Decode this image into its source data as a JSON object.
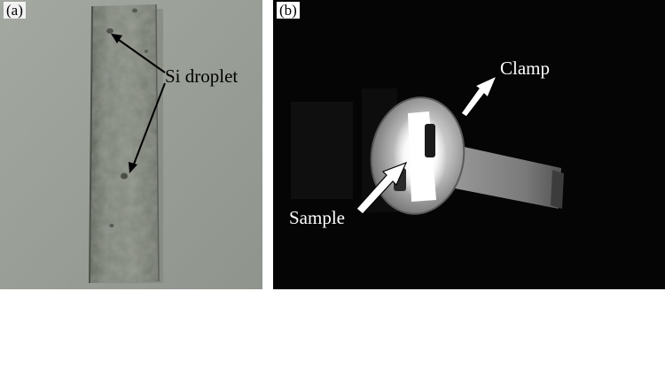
{
  "panel_a": {
    "tag": "(a)",
    "label": "Si droplet"
  },
  "panel_b": {
    "tag": "(b)",
    "clamp_label": "Clamp",
    "sample_label": "Sample"
  }
}
